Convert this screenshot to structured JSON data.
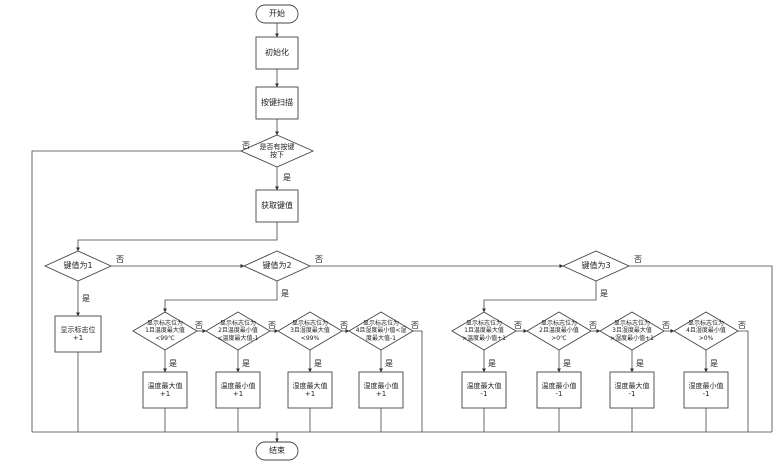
{
  "nodes": {
    "start": "开始",
    "init": "初始化",
    "scan": "按键扫描",
    "pressed": "是否有按键\n按下",
    "getkey": "获取键值",
    "key1": "键值为1",
    "key2": "键值为2",
    "key3": "键值为3",
    "flag_inc": "显示标志位\n+1",
    "d2_1": "显示标志位为\n1且温度最大值\n<99℃",
    "d2_2": "显示标志位为\n2且温度最小值\n<温度最大值-1",
    "d2_3": "显示标志位为\n3且湿度最大值\n<99%",
    "d2_4": "显示标志位为\n4且湿度最小值<湿\n度最大值-1",
    "p2_1": "温度最大值\n+1",
    "p2_2": "温度最小值\n+1",
    "p2_3": "湿度最大值\n+1",
    "p2_4": "湿度最小值\n+1",
    "d3_1": "显示标志位为\n1且温度最大值\n>温度最小值+1",
    "d3_2": "显示标志位为\n2且温度最小值\n>0℃",
    "d3_3": "显示标志位为\n3且湿度最大值\n>湿度最小值+1",
    "d3_4": "显示标志位为\n4且湿度最小值\n>0%",
    "p3_1": "温度最大值\n-1",
    "p3_2": "温度最小值\n-1",
    "p3_3": "湿度最大值\n-1",
    "p3_4": "湿度最小值\n-1",
    "end": "结束"
  },
  "yes_label": "是",
  "no_label": "否"
}
